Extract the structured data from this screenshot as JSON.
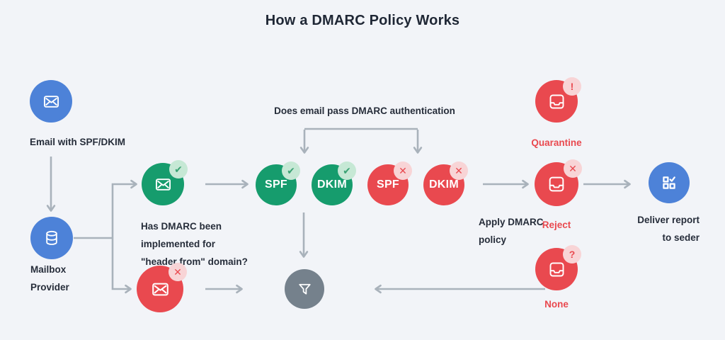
{
  "title": "How a DMARC Policy Works",
  "colors": {
    "background": "#f2f4f8",
    "blue": "#4d82d8",
    "green": "#169c6d",
    "red": "#e9494f",
    "gray": "#75818c",
    "arrow": "#a9b2bb",
    "text_dark": "#262d3a",
    "red_label": "#e9494f",
    "badge_mint_bg": "#c6e8d5",
    "badge_mint_glyph": "#3ba274",
    "badge_pink_bg": "#f8d4d6",
    "badge_pink_glyph": "#e9494f"
  },
  "badge_glyphs": {
    "check": "✔",
    "cross": "✕",
    "exclamation": "!",
    "question": "?"
  },
  "nodes": {
    "email": {
      "icon": "envelope-icon",
      "label": "Email with SPF/DKIM"
    },
    "mailbox": {
      "icon": "database-icon",
      "label_line1": "Mailbox",
      "label_line2": "Provider"
    },
    "has_dmarc": {
      "icon": "envelope-icon",
      "badge": "check",
      "question_line1": "Has DMARC been",
      "question_line2": "implemented for",
      "question_line3": "\"header from\" domain?"
    },
    "spf_pass": {
      "label": "SPF",
      "badge": "check"
    },
    "dkim_pass": {
      "label": "DKIM",
      "badge": "check"
    },
    "spf_fail": {
      "label": "SPF",
      "badge": "cross"
    },
    "dkim_fail": {
      "label": "DKIM",
      "badge": "cross"
    },
    "unauth_email": {
      "icon": "envelope-icon",
      "badge": "cross"
    },
    "filter": {
      "icon": "funnel-icon"
    },
    "quarantine": {
      "icon": "inbox-icon",
      "badge": "exclamation",
      "label": "Quarantine"
    },
    "reject": {
      "icon": "inbox-icon",
      "badge": "cross",
      "label": "Reject"
    },
    "none": {
      "icon": "inbox-icon",
      "badge": "question",
      "label": "None"
    },
    "deliver": {
      "icon": "report-check-icon",
      "label_line1": "Deliver report",
      "label_line2": "to seder"
    }
  },
  "annotations": {
    "does_pass": "Does email pass DMARC authentication",
    "apply_line1": "Apply DMARC",
    "apply_line2": "policy"
  }
}
